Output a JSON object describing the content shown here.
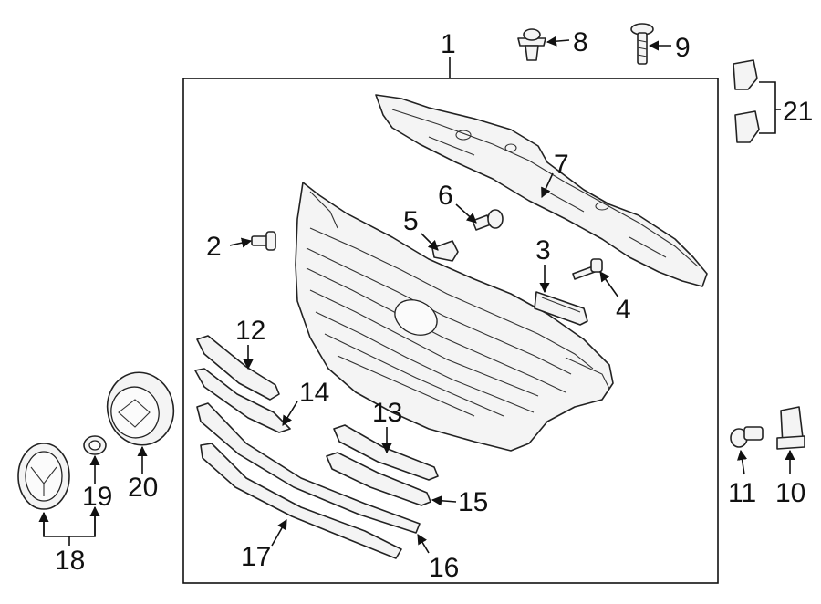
{
  "diagram": {
    "title": "",
    "callouts": {
      "c1": "1",
      "c2": "2",
      "c3": "3",
      "c4": "4",
      "c5": "5",
      "c6": "6",
      "c7": "7",
      "c8": "8",
      "c9": "9",
      "c10": "10",
      "c11": "11",
      "c12": "12",
      "c13": "13",
      "c14": "14",
      "c15": "15",
      "c16": "16",
      "c17": "17",
      "c18": "18",
      "c19": "19",
      "c20": "20",
      "c21": "21"
    }
  }
}
